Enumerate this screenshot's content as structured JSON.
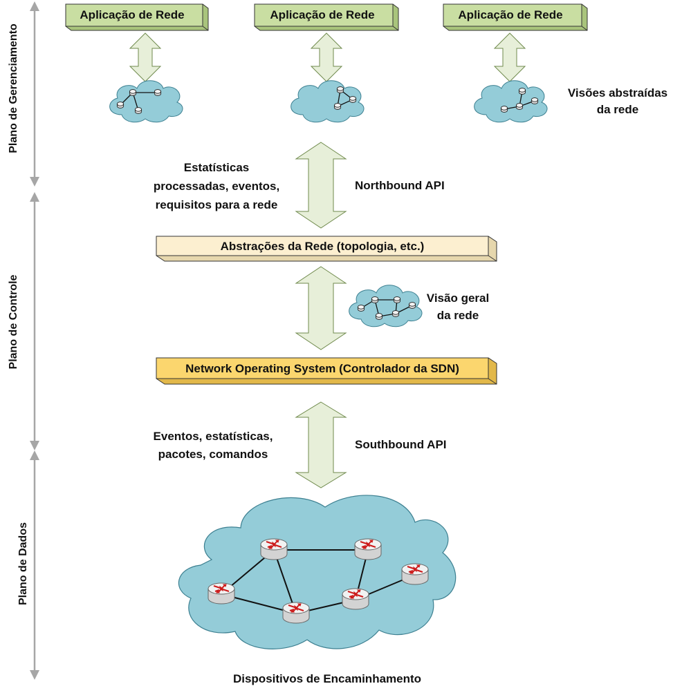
{
  "planes": {
    "management": "Plano de Gerenciamento",
    "control": "Plano de Controle",
    "data": "Plano de Dados"
  },
  "apps": [
    {
      "label": "Aplicação de Rede"
    },
    {
      "label": "Aplicação de Rede"
    },
    {
      "label": "Aplicação de Rede"
    }
  ],
  "abstract_views": {
    "line1": "Visões abstraídas",
    "line2": "da rede"
  },
  "northbound": {
    "label": "Northbound API",
    "info": [
      "Estatísticas",
      "processadas, eventos,",
      "requisitos para a rede"
    ]
  },
  "abstractions": {
    "label": "Abstrações da Rede (topologia, etc.)"
  },
  "global_view": {
    "line1": "Visão geral",
    "line2": "da rede"
  },
  "nos": {
    "label": "Network Operating System (Controlador da SDN)"
  },
  "southbound": {
    "label": "Southbound API",
    "info": [
      "Eventos, estatísticas,",
      "pacotes, comandos"
    ]
  },
  "forwarding_devices": {
    "label": "Dispositivos de Encaminhamento"
  },
  "colors": {
    "app_box": "#c9dea2",
    "abstractions_box": "#fcefd0",
    "nos_box": "#fbd66e",
    "arrow_fill": "#e7efd9",
    "cloud": "#94ccd8",
    "plane_arrow": "#a6a6a6",
    "router_arrow": "#cc1a1a"
  }
}
